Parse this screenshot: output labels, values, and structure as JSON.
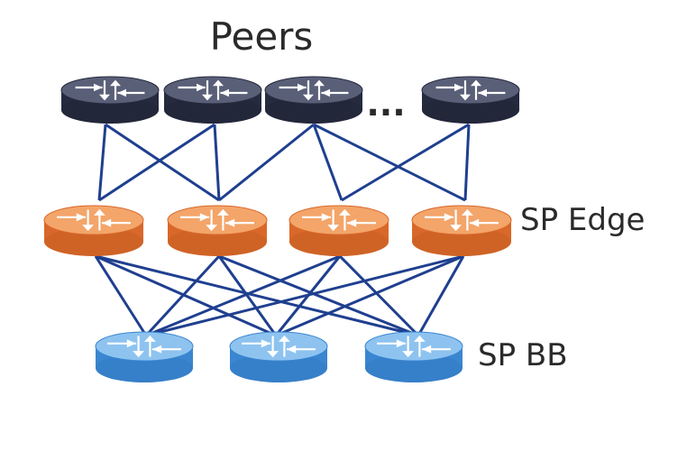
{
  "labels": {
    "peers": "Peers",
    "ellipsis": "...",
    "sp_edge": "SP Edge",
    "sp_bb": "SP BB"
  },
  "tiers": {
    "peers": {
      "count": 4,
      "top": "#5a5f78",
      "side": "#262a3e",
      "dark": "#1c1f2f"
    },
    "edge": {
      "count": 4,
      "top": "#f3a56a",
      "side": "#d9682a",
      "dark": "#b4521c"
    },
    "bb": {
      "count": 3,
      "top": "#8ec3f0",
      "side": "#3a86d0",
      "dark": "#2a6db3"
    }
  },
  "link_color": "#1f3f8f",
  "links": {
    "peers_to_edge": [
      [
        0,
        0
      ],
      [
        0,
        1
      ],
      [
        1,
        0
      ],
      [
        1,
        1
      ],
      [
        2,
        1
      ],
      [
        2,
        2
      ],
      [
        2,
        3
      ],
      [
        3,
        2
      ],
      [
        3,
        3
      ]
    ],
    "edge_to_bb": [
      [
        0,
        0
      ],
      [
        0,
        1
      ],
      [
        0,
        2
      ],
      [
        1,
        0
      ],
      [
        1,
        1
      ],
      [
        1,
        2
      ],
      [
        2,
        0
      ],
      [
        2,
        1
      ],
      [
        2,
        2
      ],
      [
        3,
        0
      ],
      [
        3,
        1
      ],
      [
        3,
        2
      ]
    ]
  },
  "icons": {
    "router": "router-icon"
  }
}
